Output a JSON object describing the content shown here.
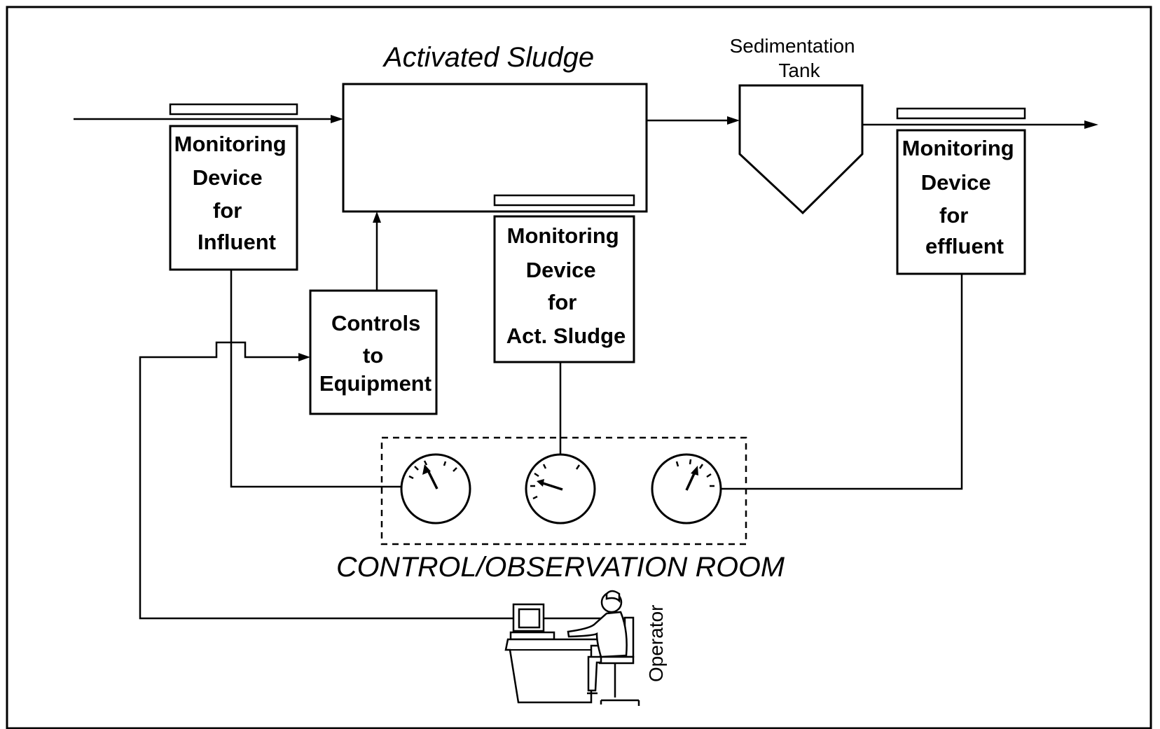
{
  "diagram": {
    "title_activated_sludge": "Activated Sludge",
    "sedimentation_tank": [
      "Sedimentation",
      "Tank"
    ],
    "influent_monitor": [
      "Monitoring",
      "Device",
      "for",
      "Influent"
    ],
    "sludge_monitor": [
      "Monitoring",
      "Device",
      "for",
      "Act. Sludge"
    ],
    "effluent_monitor": [
      "Monitoring",
      "Device",
      "for",
      "effluent"
    ],
    "controls": [
      "Controls",
      "to",
      "Equipment"
    ],
    "room_label": "CONTROL/OBSERVATION ROOM",
    "operator_label": "Operator"
  }
}
